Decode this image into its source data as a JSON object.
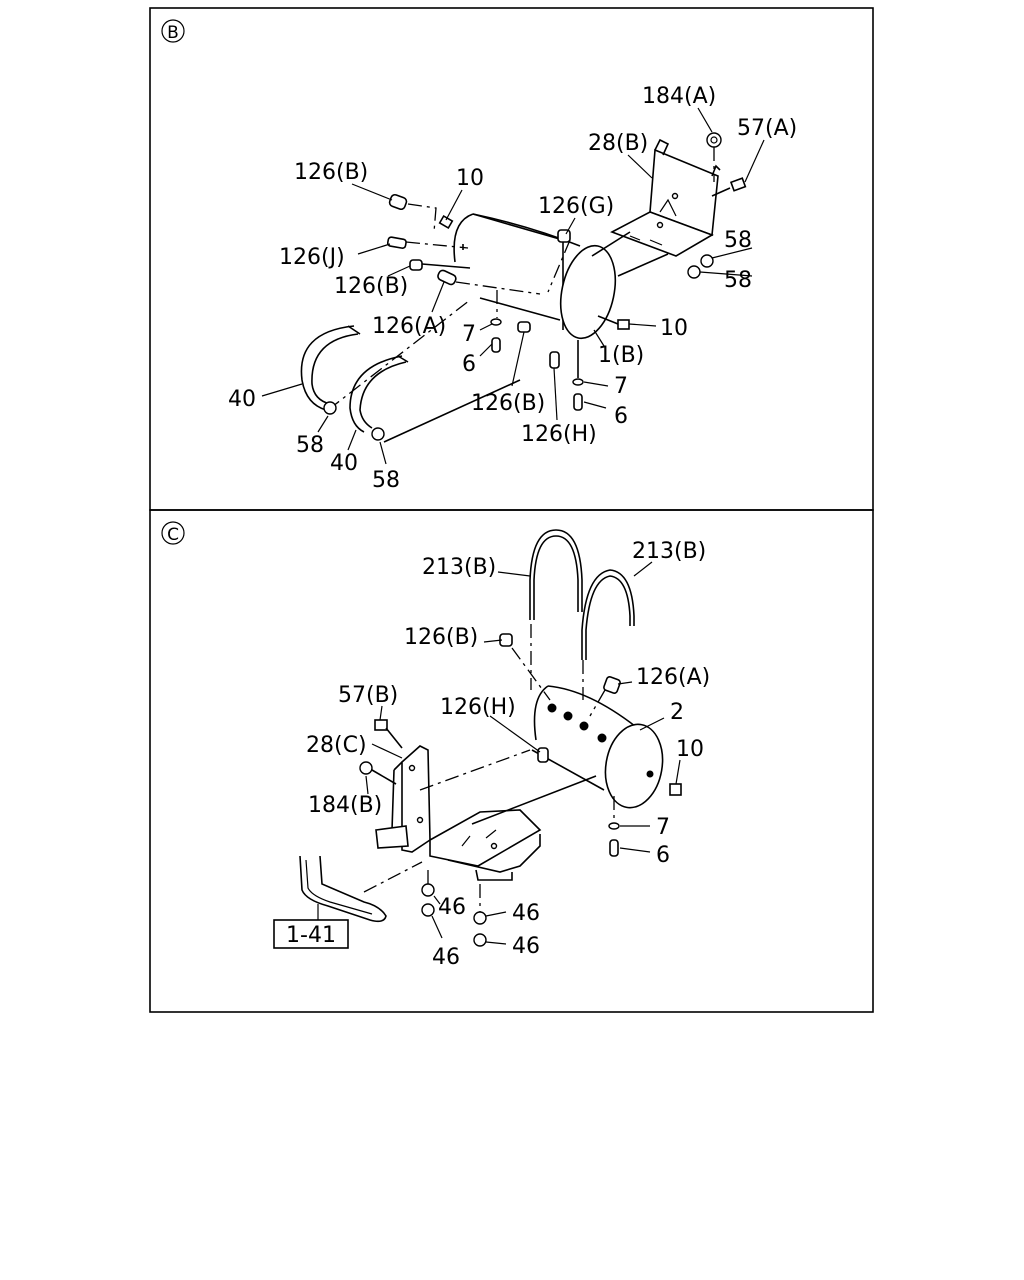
{
  "panel_b": {
    "marker": "B",
    "labels": {
      "l184a": "184(A)",
      "l57a": "57(A)",
      "l28b": "28(B)",
      "l126b_1": "126(B)",
      "l10_1": "10",
      "l126g": "126(G)",
      "l58_1": "58",
      "l58_2": "58",
      "l126j": "126(J)",
      "l126b_2": "126(B)",
      "l126a": "126(A)",
      "l10_2": "10",
      "l7_1": "7",
      "l6_1": "6",
      "l1b": "1(B)",
      "l7_2": "7",
      "l6_2": "6",
      "l126b_3": "126(B)",
      "l126h": "126(H)",
      "l40_1": "40",
      "l58_3": "58",
      "l40_2": "40",
      "l58_4": "58"
    }
  },
  "panel_c": {
    "marker": "C",
    "labels": {
      "l213b_1": "213(B)",
      "l213b_2": "213(B)",
      "l126b": "126(B)",
      "l126a": "126(A)",
      "l57b": "57(B)",
      "l126h": "126(H)",
      "l2": "2",
      "l28c": "28(C)",
      "l10": "10",
      "l184b": "184(B)",
      "l7": "7",
      "l6": "6",
      "l46_1": "46",
      "l46_2": "46",
      "l46_3": "46",
      "l46_4": "46",
      "ref": "1-41"
    }
  }
}
